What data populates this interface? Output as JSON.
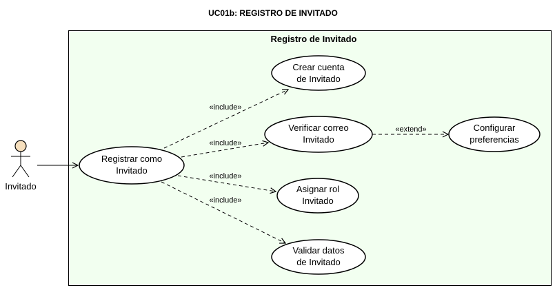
{
  "diagram": {
    "title": "UC01b: REGISTRO DE INVITADO",
    "system_name": "Registro de Invitado",
    "colors": {
      "system_fill": "#f2fff0",
      "actor_head": "#f6dfbd"
    },
    "actor": {
      "label": "Invitado"
    },
    "use_cases": {
      "registrar": {
        "line1": "Registrar como",
        "line2": "Invitado"
      },
      "crear": {
        "line1": "Crear cuenta",
        "line2": "de Invitado"
      },
      "verificar": {
        "line1": "Verificar correo",
        "line2": "Invitado"
      },
      "configurar": {
        "line1": "Configurar",
        "line2": "preferencias"
      },
      "asignar": {
        "line1": "Asignar rol",
        "line2": "Invitado"
      },
      "validar": {
        "line1": "Validar datos",
        "line2": "de Invitado"
      }
    },
    "relations": {
      "include_crear": "«include»",
      "include_verificar": "«include»",
      "include_asignar": "«include»",
      "include_validar": "«include»",
      "extend_configurar": "«extend»"
    }
  }
}
